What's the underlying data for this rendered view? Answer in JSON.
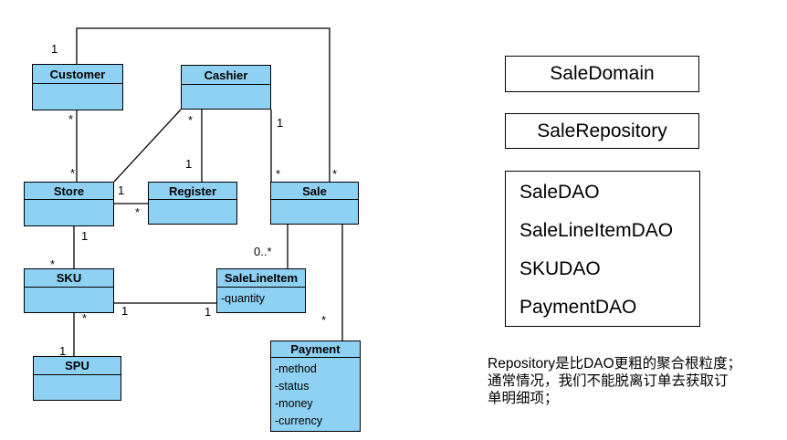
{
  "colors": {
    "class_fill": "#8ED1F2",
    "line": "#000000",
    "background": "#FFFFFF"
  },
  "uml": {
    "classes": [
      {
        "name": "Customer",
        "attributes": []
      },
      {
        "name": "Cashier",
        "attributes": []
      },
      {
        "name": "Store",
        "attributes": []
      },
      {
        "name": "Register",
        "attributes": []
      },
      {
        "name": "Sale",
        "attributes": []
      },
      {
        "name": "SKU",
        "attributes": []
      },
      {
        "name": "SaleLineItem",
        "attributes": [
          "-quantity"
        ]
      },
      {
        "name": "SPU",
        "attributes": []
      },
      {
        "name": "Payment",
        "attributes": [
          "-method",
          "-status",
          "-money",
          "-currency"
        ]
      }
    ],
    "multiplicities": [
      {
        "label": "1",
        "association": "Customer-Sale, Customer end"
      },
      {
        "label": "*",
        "association": "Customer-Store, Customer end"
      },
      {
        "label": "*",
        "association": "Customer-Store, Store end"
      },
      {
        "label": "*",
        "association": "Cashier-Register, Cashier end"
      },
      {
        "label": "1",
        "association": "Cashier-Register, Register end"
      },
      {
        "label": "1",
        "association": "Cashier-Sale, Cashier end"
      },
      {
        "label": "*",
        "association": "Cashier-Sale, Sale end"
      },
      {
        "label": "*",
        "association": "Customer-Sale, Sale end"
      },
      {
        "label": "1",
        "association": "Store-Register, Store end"
      },
      {
        "label": "*",
        "association": "Store-Register, Register end"
      },
      {
        "label": "1",
        "association": "Store-SKU, Store end"
      },
      {
        "label": "*",
        "association": "Store-SKU, SKU end"
      },
      {
        "label": "0..*",
        "association": "Sale-SaleLineItem, SaleLineItem end"
      },
      {
        "label": "1",
        "association": "SKU-SaleLineItem, SKU end"
      },
      {
        "label": "1",
        "association": "SKU-SaleLineItem, SaleLineItem end"
      },
      {
        "label": "*",
        "association": "SKU-SPU, SKU end"
      },
      {
        "label": "1",
        "association": "SKU-SPU, SPU end"
      },
      {
        "label": "*",
        "association": "Sale-Payment, Payment end"
      }
    ]
  },
  "right_panel": {
    "boxes": [
      {
        "label": "SaleDomain"
      },
      {
        "label": "SaleRepository"
      }
    ],
    "dao_box": {
      "items": [
        "SaleDAO",
        "SaleLineItemDAO",
        "SKUDAO",
        "PaymentDAO"
      ]
    },
    "note_lines": [
      "Repository是比DAO更粗的聚合根粒度；",
      "通常情况，我们不能脱离订单去获取订",
      "单明细项；"
    ]
  }
}
